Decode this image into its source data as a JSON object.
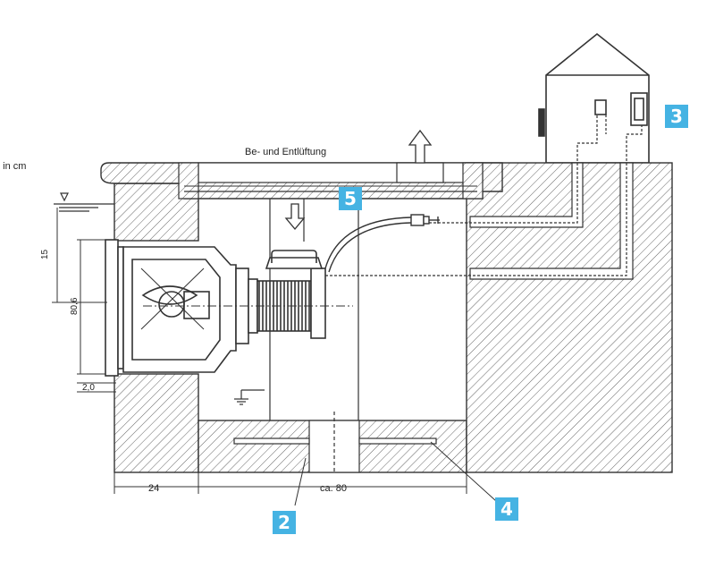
{
  "units_note": "e in cm",
  "vent_label": "Be- und Entlüftung",
  "dims": {
    "h15": "15",
    "d806": "80,6",
    "d20": "2,0",
    "w24": "24",
    "wca80": "ca. 80"
  },
  "callouts": {
    "c2": "2",
    "c3": "3",
    "c4": "4",
    "c5": "5"
  },
  "colors": {
    "accent": "#45b3e3",
    "line": "#333333",
    "hatch": "#555555"
  }
}
